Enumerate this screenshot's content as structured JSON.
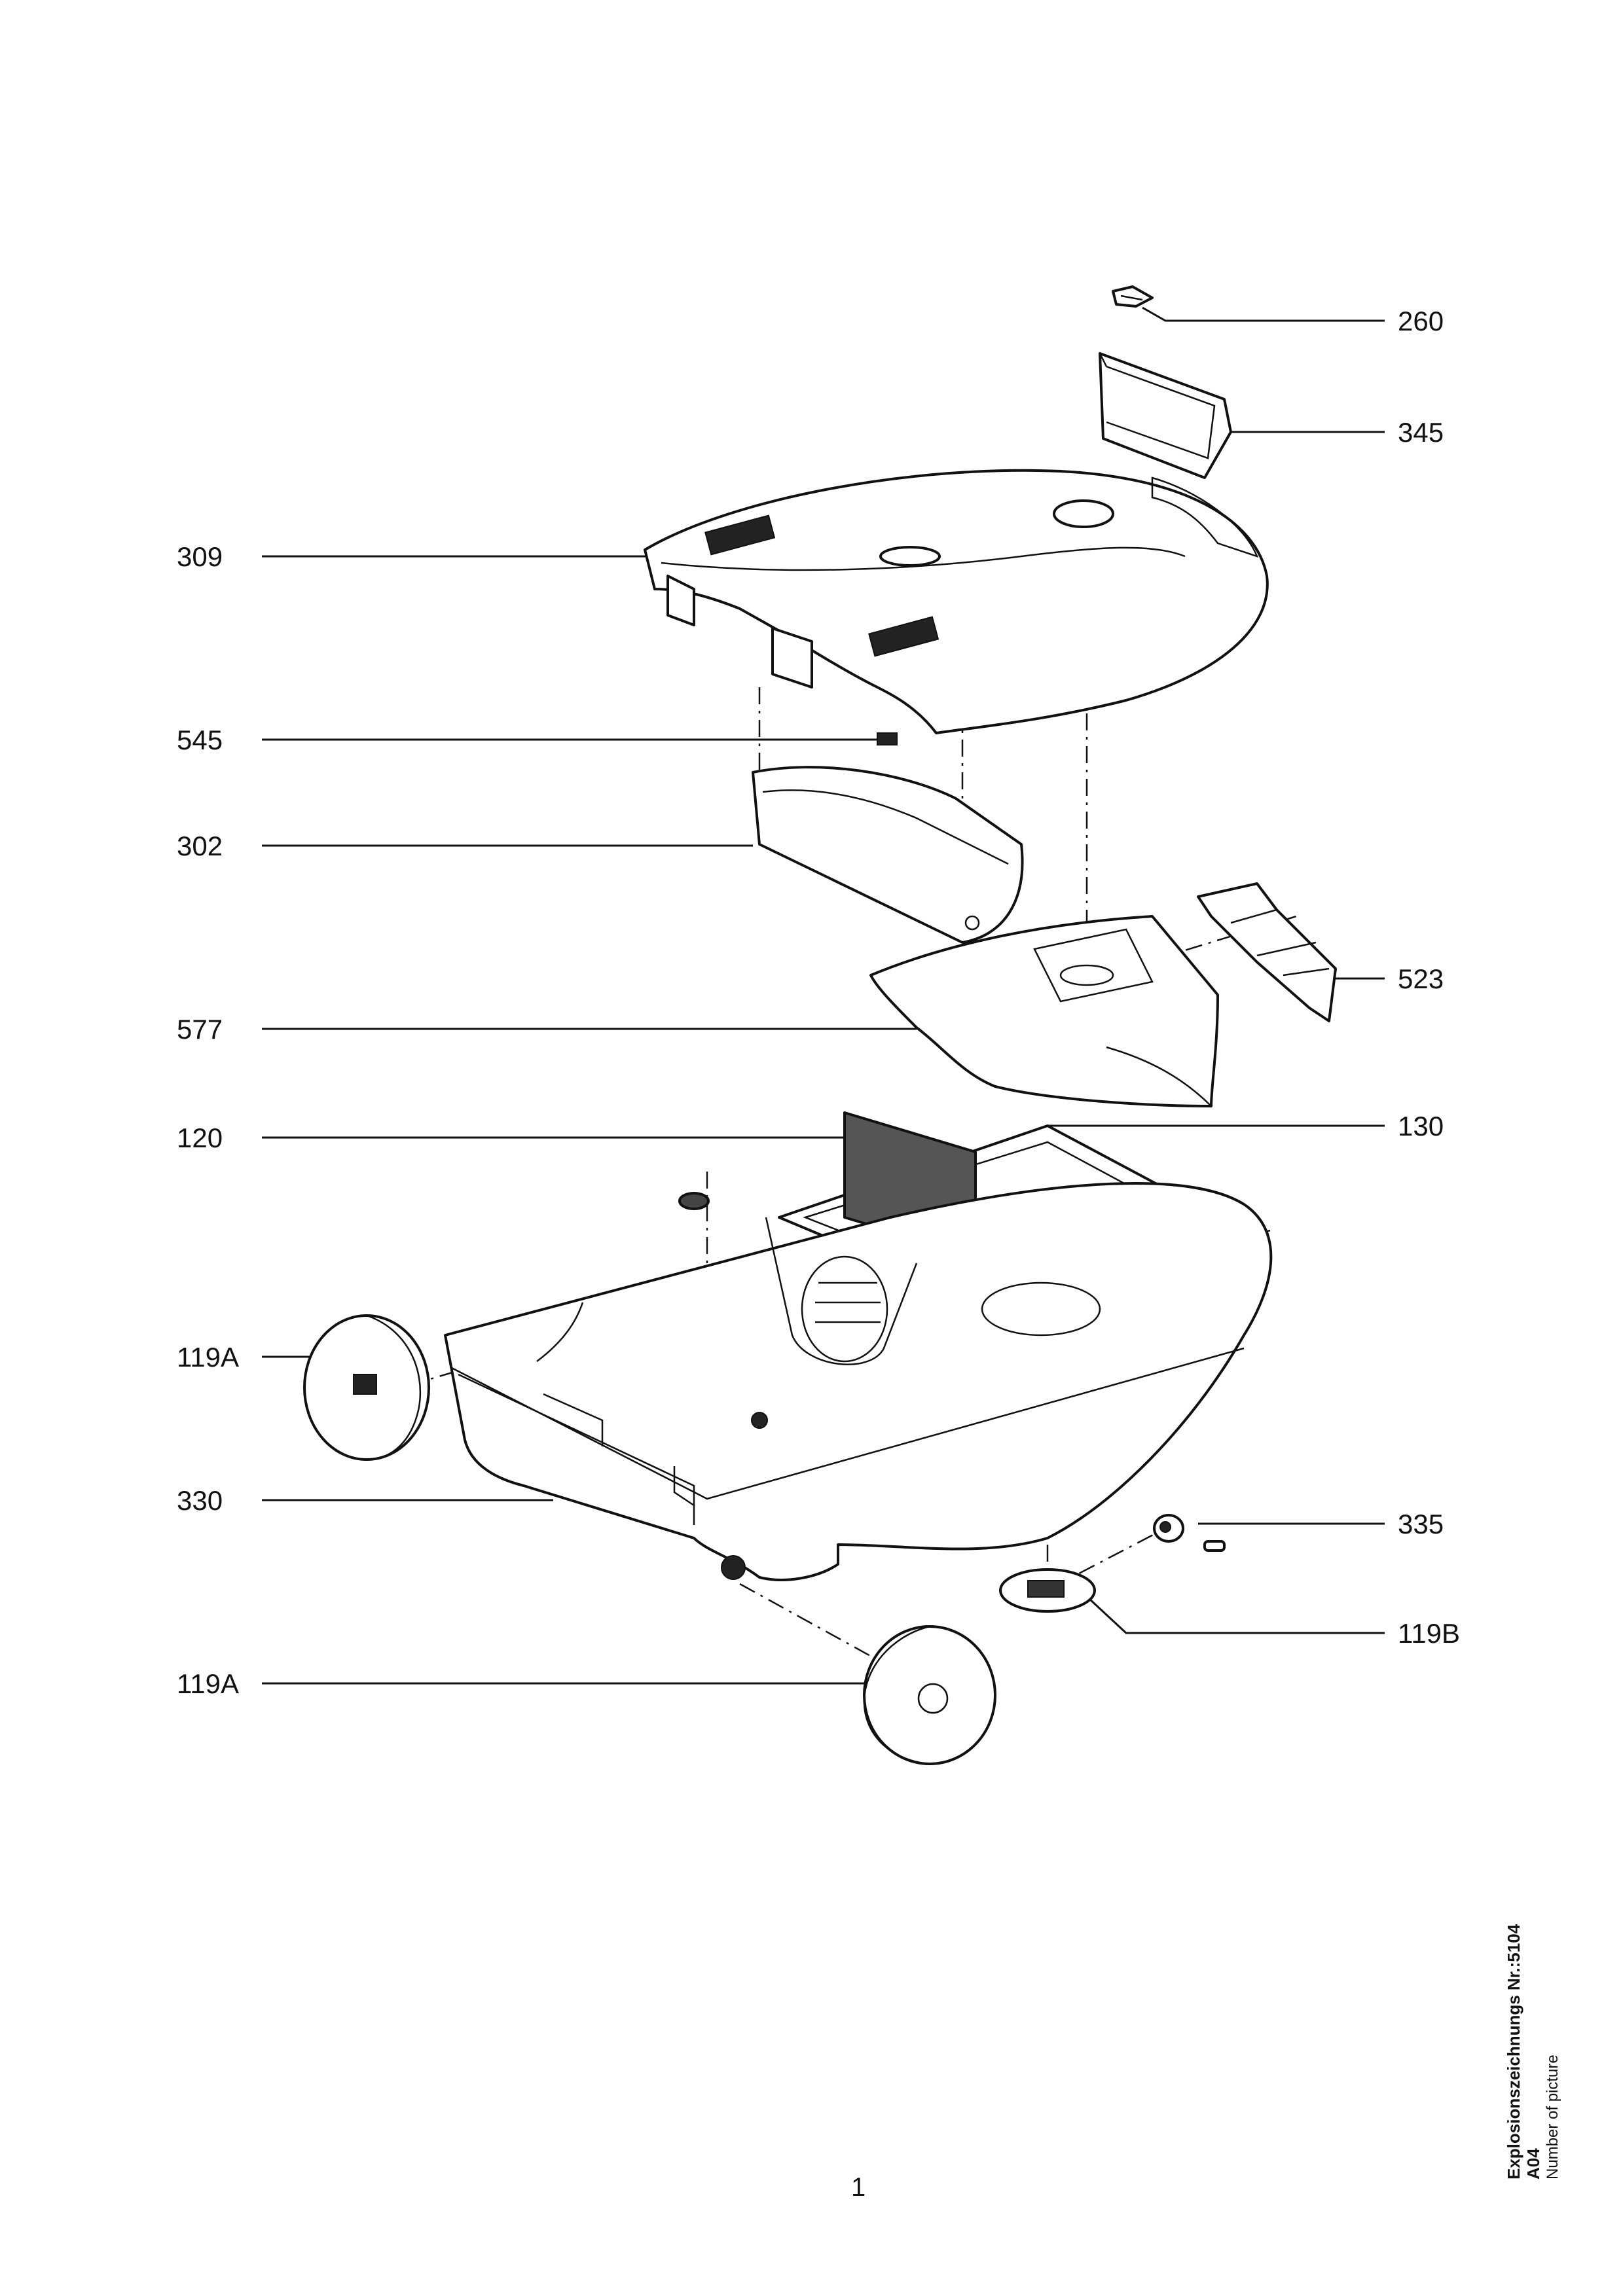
{
  "callouts": {
    "p260": "260",
    "p345": "345",
    "p309": "309",
    "p545": "545",
    "p302": "302",
    "p523": "523",
    "p577": "577",
    "p120": "120",
    "p130": "130",
    "p119a_top": "119A",
    "p330": "330",
    "p335": "335",
    "p119b": "119B",
    "p119a_bottom": "119A"
  },
  "footer": {
    "page_number": "1",
    "drawing_title": "Explosionszeichnungs Nr.:5104 A04",
    "drawing_subtitle": "Number of picture"
  }
}
